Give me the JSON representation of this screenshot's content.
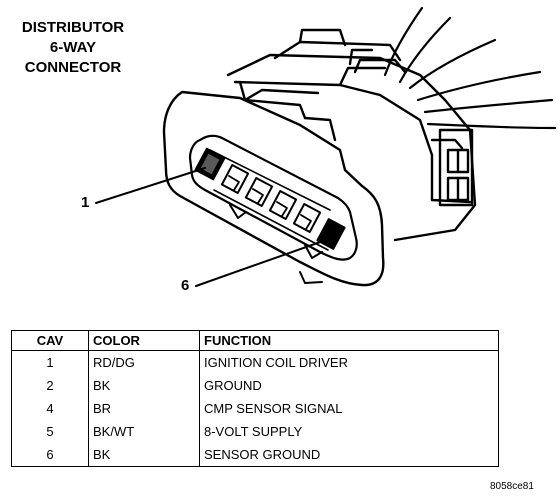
{
  "title": {
    "line1": "DISTRIBUTOR",
    "line2": "6-WAY",
    "line3": "CONNECTOR"
  },
  "callouts": {
    "pin1": "1",
    "pin6": "6"
  },
  "table": {
    "headers": [
      "CAV",
      "COLOR",
      "FUNCTION"
    ],
    "rows": [
      [
        "1",
        "RD/DG",
        "IGNITION COIL DRIVER"
      ],
      [
        "2",
        "BK",
        "GROUND"
      ],
      [
        "4",
        "BR",
        "CMP SENSOR SIGNAL"
      ],
      [
        "5",
        "BK/WT",
        "8-VOLT SUPPLY"
      ],
      [
        "6",
        "BK",
        "SENSOR GROUND"
      ]
    ]
  },
  "figure_id": "8058ce81"
}
